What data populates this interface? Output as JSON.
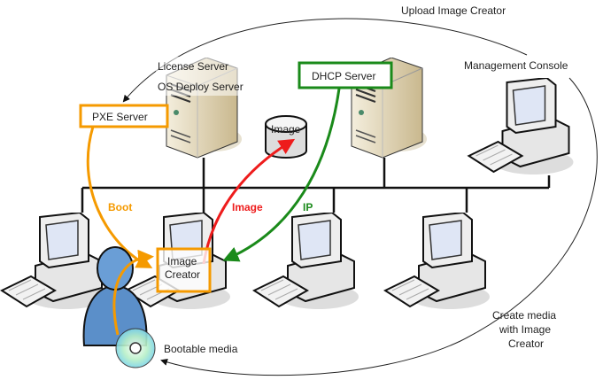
{
  "labels": {
    "upload": "Upload Image Creator",
    "license_server": "License Server",
    "os_deploy_server": "OS Deploy Server",
    "dhcp_server": "DHCP Server",
    "pxe_server": "PXE Server",
    "image_store": "Image",
    "management_console": "Management Console",
    "boot": "Boot",
    "image_flow": "Image",
    "ip": "IP",
    "image_creator_line1": "Image",
    "image_creator_line2": "Creator",
    "bootable_media": "Bootable media",
    "create_media_line1": "Create media",
    "create_media_line2": "with Image",
    "create_media_line3": "Creator"
  },
  "colors": {
    "boot": "#f59a00",
    "image": "#ee1c1c",
    "ip": "#1a8a1a",
    "server": "#e8dcc0",
    "person": "#5b8fc9"
  },
  "icons": [
    "server-tower-icon",
    "database-cylinder-icon",
    "desktop-computer-icon",
    "user-icon",
    "cd-disc-icon"
  ]
}
